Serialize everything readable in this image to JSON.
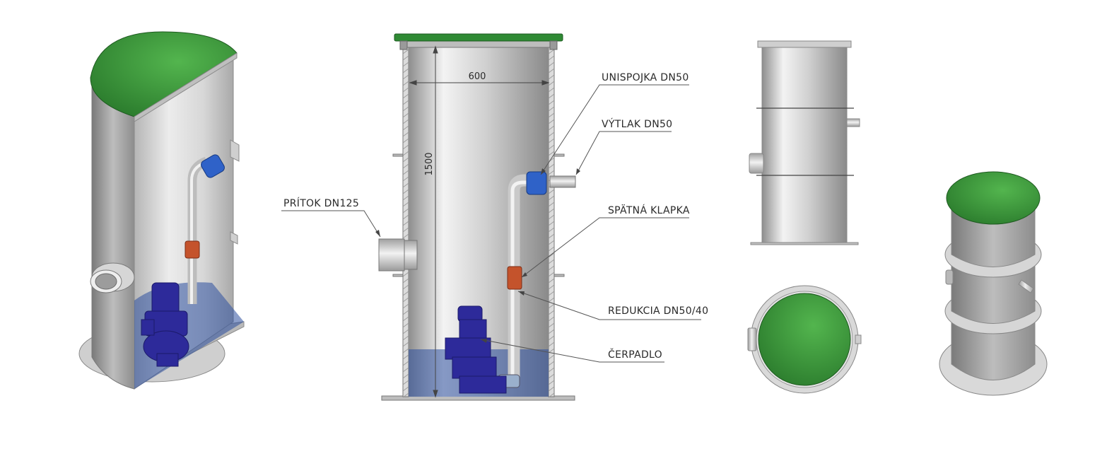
{
  "colors": {
    "lid": "#2e7d32",
    "tank": "#c9c9c9",
    "water": "#2c4f9e",
    "pump": "#2d2a9a",
    "coupling": "#2f62c8",
    "valve": "#c4532c",
    "line": "#555555"
  },
  "dimensions": {
    "width": "600",
    "height": "1500"
  },
  "labels": {
    "unispojka": "UNISPOJKA DN50",
    "vytlak": "VÝTLAK DN50",
    "pritok": "PRÍTOK DN125",
    "klapka": "SPÄTNÁ KLAPKA",
    "redukcia": "REDUKCIA DN50/40",
    "cerpadlo": "ČERPADLO"
  }
}
